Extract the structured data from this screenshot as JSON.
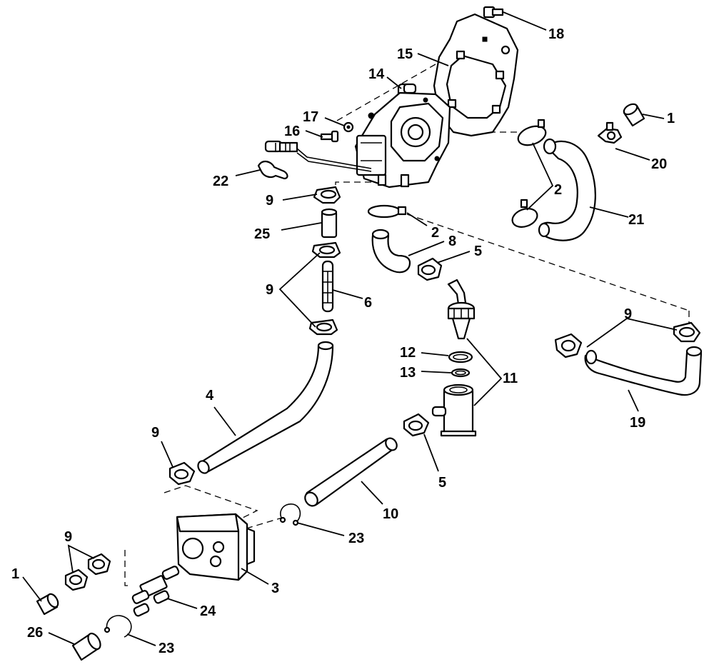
{
  "callouts": {
    "c18": "18",
    "c15": "15",
    "c14": "14",
    "c17": "17",
    "c16": "16",
    "c1_top": "1",
    "c20": "20",
    "c22": "22",
    "c2_hose": "2",
    "c21": "21",
    "c9_top": "9",
    "c25": "25",
    "c2_clamp": "2",
    "c8": "8",
    "c5_top": "5",
    "c9_mid": "9",
    "c6": "6",
    "c9_right": "9",
    "c12": "12",
    "c11": "11",
    "c13": "13",
    "c4": "4",
    "c19": "19",
    "c9_left": "9",
    "c5_bottom": "5",
    "c10": "10",
    "c23_mid": "23",
    "c9_bottom": "9",
    "c3": "3",
    "c1_bottom": "1",
    "c24": "24",
    "c26": "26",
    "c23_bottom": "23"
  }
}
